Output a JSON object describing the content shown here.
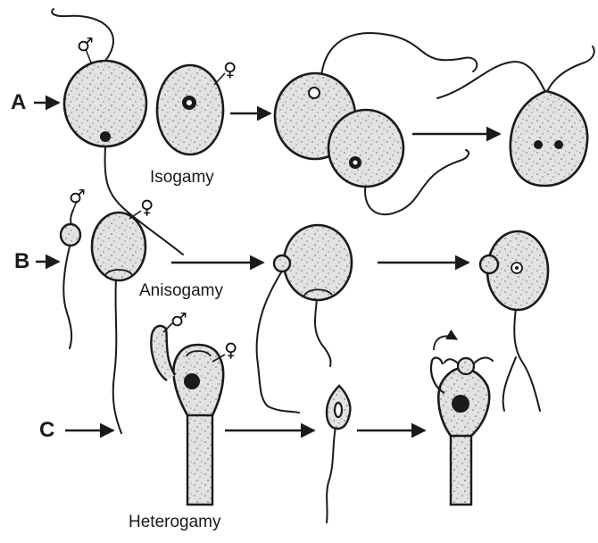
{
  "rows": {
    "a": "A",
    "b": "B",
    "c": "C"
  },
  "captions": {
    "isogamy": "Isogamy",
    "anisogamy": "Anisogamy",
    "heterogamy": "Heterogamy"
  },
  "symbols": {
    "male": "♂",
    "female": "♀"
  },
  "colors": {
    "ink": "#1a1a1a",
    "cell_fill": "#e2e2e2",
    "background": "#ffffff"
  }
}
